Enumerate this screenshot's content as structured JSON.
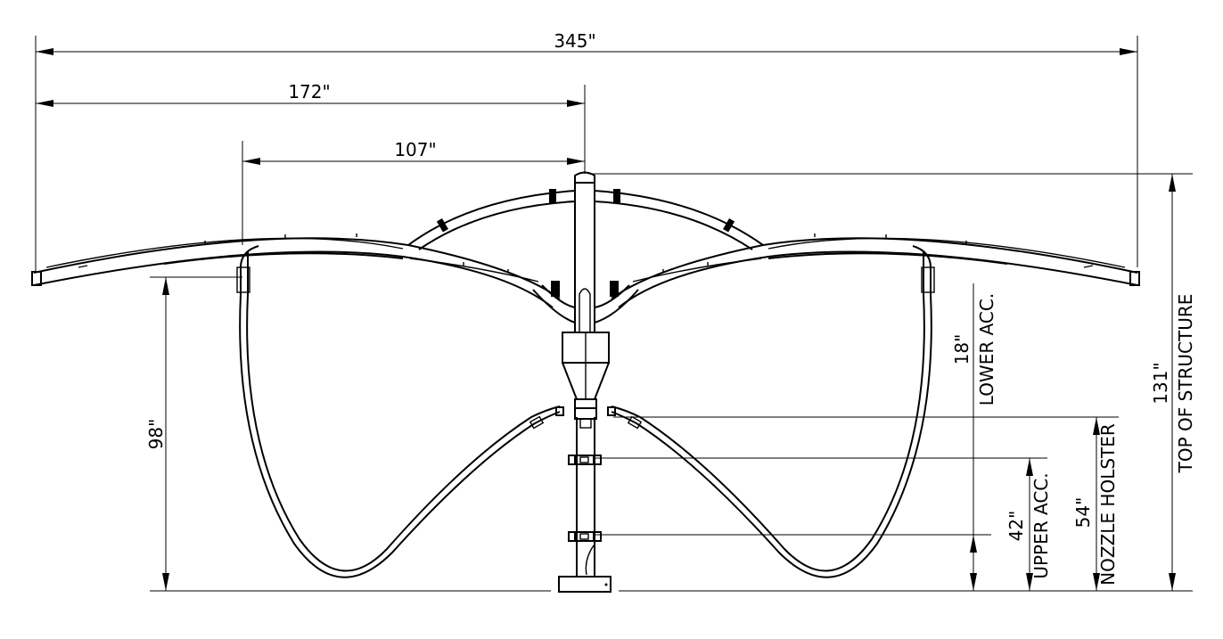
{
  "dimensions": {
    "overall_width": "345\"",
    "half_width": "172\"",
    "reach": "107\"",
    "hose_height": "98\"",
    "lower_acc": "18\"",
    "upper_acc": "42\"",
    "nozzle_holster": "54\"",
    "top_of_structure": "131\""
  },
  "labels": {
    "lower_acc": "LOWER ACC.",
    "upper_acc": "UPPER ACC.",
    "nozzle_holster": "NOZZLE HOLSTER",
    "top_of_structure": "TOP OF STRUCTURE"
  },
  "colors": {
    "line": "#000000",
    "background": "#ffffff"
  }
}
